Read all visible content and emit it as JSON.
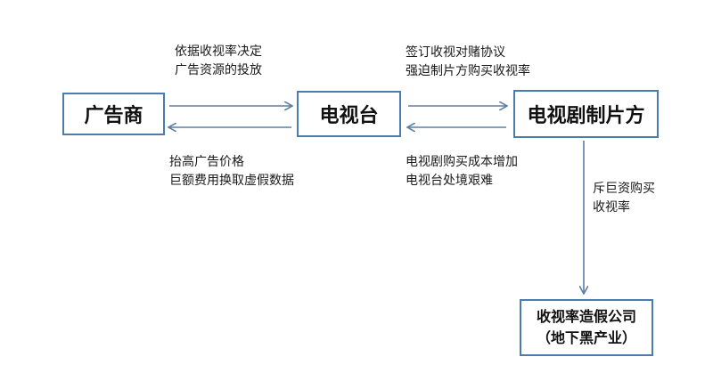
{
  "nodes": {
    "advertiser": "广告商",
    "tv_station": "电视台",
    "producer": "电视剧制片方",
    "fraud_company_line1": "收视率造假公司",
    "fraud_company_line2": "（地下黑产业）"
  },
  "edges": {
    "advertiser_to_tv": {
      "line1": "依据收视率决定",
      "line2": "广告资源的投放"
    },
    "tv_to_advertiser": {
      "line1": "抬高广告价格",
      "line2": "巨额费用换取虚假数据"
    },
    "tv_to_producer": {
      "line1": "签订收视对赌协议",
      "line2": "强迫制片方购买收视率"
    },
    "producer_to_tv": {
      "line1": "电视剧购买成本增加",
      "line2": "电视台处境艰难"
    },
    "producer_to_fraud": {
      "line1": "斥巨资购买",
      "line2": "收视率"
    }
  },
  "colors": {
    "box_border": "#4a7cb0",
    "arrow": "#5b7fa6"
  }
}
